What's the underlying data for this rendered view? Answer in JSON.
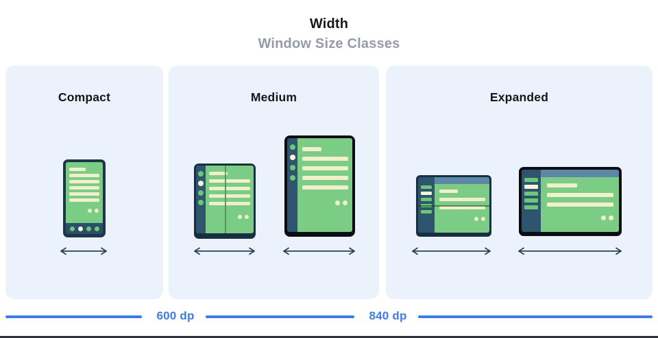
{
  "header": {
    "title": "Width",
    "subtitle": "Window Size Classes"
  },
  "panels": [
    {
      "label": "Compact",
      "devices": [
        "phone"
      ]
    },
    {
      "label": "Medium",
      "devices": [
        "foldable-open-portrait",
        "tablet-portrait"
      ]
    },
    {
      "label": "Expanded",
      "devices": [
        "foldable-landscape",
        "tablet-landscape"
      ]
    }
  ],
  "ruler": {
    "breakpoints": [
      {
        "label": "600 dp"
      },
      {
        "label": "840 dp"
      }
    ]
  },
  "colors": {
    "accent_blue": "#3e7ce4",
    "panel_bg": "#ecf2fb",
    "screen_green": "#7bcd86",
    "skeleton_cream": "#f2efcc",
    "highlight_cream": "#f6f3da",
    "item_green": "#6cc878",
    "frame_navy": "#172f41",
    "frame_black": "#0b0d10",
    "sidebar_navy": "#2f5470",
    "topbar_blue_gray": "#5d88a5",
    "arrow_navy": "#24415c",
    "title_black": "#15171b",
    "subtitle_gray": "#959ba6"
  }
}
